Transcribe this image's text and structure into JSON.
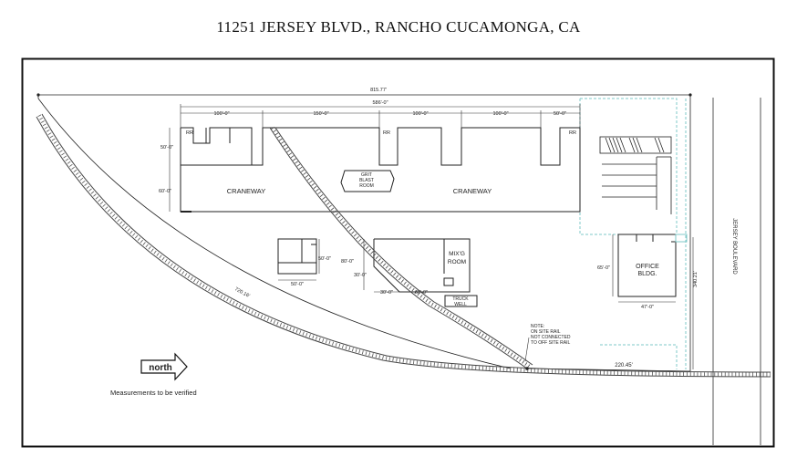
{
  "title": "11251 JERSEY BLVD., RANCHO CUCAMONGA, CA",
  "dimensions": {
    "overall_top": "815.77'",
    "building_total": "586'-0\"",
    "segments": [
      "100'-0\"",
      "150'-0\"",
      "100'-0\"",
      "100'-0\"",
      "50'-0\""
    ],
    "left_50": "50'-0\"",
    "left_60": "60'-0\"",
    "small_right_50": "50'-0\"",
    "small_bottom_50": "50'-0\"",
    "mix_left_80": "80'-0\"",
    "mix_left_30": "30'-0\"",
    "mix_bottom_30": "30'-0\"",
    "mix_bottom_60": "60'-0\"",
    "office_left": "65'-0\"",
    "office_bottom": "47'-0\"",
    "diag_720": "720.16'",
    "right_340": "340.21'",
    "bottom_220": "220.45'"
  },
  "rooms": {
    "rr1": "RR",
    "rr2": "RR",
    "rr3": "RR",
    "craneway_left": "CRANEWAY",
    "craneway_right": "CRANEWAY",
    "grit_line1": "GRIT",
    "grit_line2": "BLAST",
    "grit_line3": "ROOM",
    "mix_line1": "MIX'G",
    "mix_line2": "ROOM",
    "office_line1": "OFFICE",
    "office_line2": "BLDG.",
    "truck_line1": "TRUCK",
    "truck_line2": "WELL"
  },
  "note": {
    "line1": "NOTE:",
    "line2": "ON SITE RAIL",
    "line3": "NOT CONNECTED",
    "line4": "TO OFF SITE RAIL"
  },
  "street": "JERSEY BOULEVARD",
  "north_label": "north",
  "measurements_note": "Measurements to be verified",
  "colors": {
    "line": "#222222",
    "site_dash": "#7fc8c8",
    "rail": "#444444"
  }
}
